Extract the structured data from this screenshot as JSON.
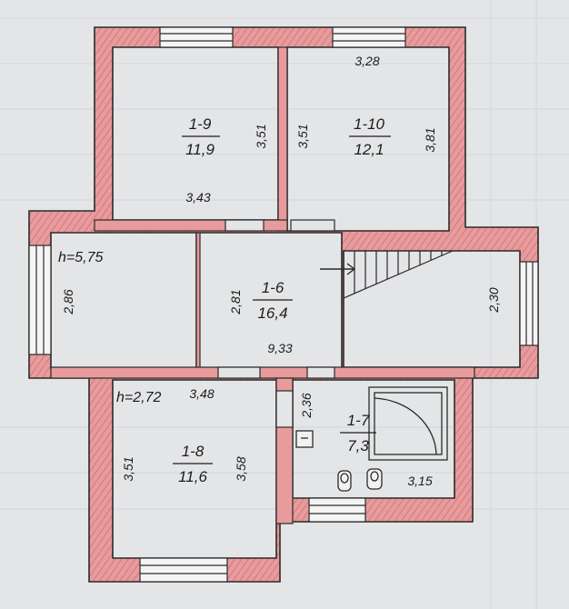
{
  "plan": {
    "rooms": [
      {
        "id": "1-9",
        "area": "11,9"
      },
      {
        "id": "1-10",
        "area": "12,1"
      },
      {
        "id": "1-6",
        "area": "16,4"
      },
      {
        "id": "1-8",
        "area": "11,6"
      },
      {
        "id": "1-7",
        "area": "7,3"
      }
    ],
    "heights": [
      "h=5,75",
      "h=2,72"
    ],
    "dimensions": [
      "3,28",
      "3,51",
      "3,51",
      "3,81",
      "3,43",
      "2,86",
      "2,81",
      "9,33",
      "2,30",
      "3,48",
      "2,36",
      "3,51",
      "3,58",
      "3,15"
    ]
  },
  "colors": {
    "wall": "#e79a9a",
    "wall_dark": "#c96f72",
    "paper": "#e4e5e7",
    "line": "#2a2a2a"
  }
}
